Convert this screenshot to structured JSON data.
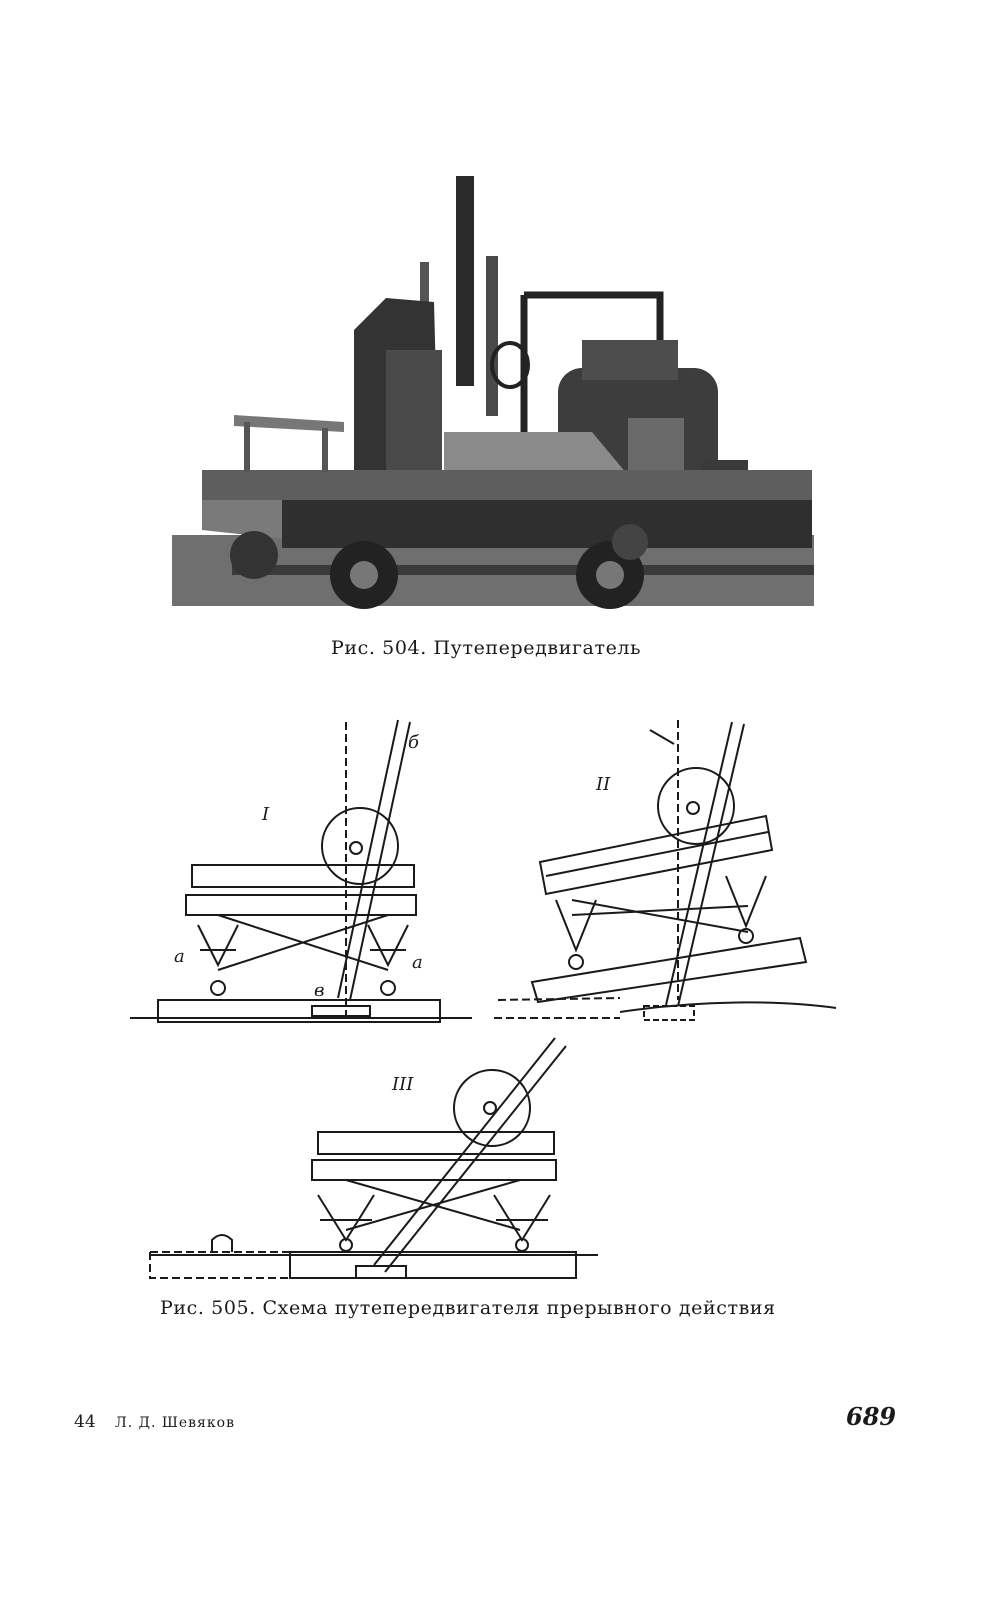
{
  "figure_504": {
    "caption": "Рис. 504. Путепередвигатель"
  },
  "figure_505": {
    "caption": "Рис. 505. Схема путепередвигателя прерывного действия",
    "diagram_labels": {
      "stage_1": "I",
      "stage_2": "II",
      "stage_3": "III",
      "label_b": "б",
      "label_a_left": "а",
      "label_a_right": "а",
      "label_v": "в"
    }
  },
  "footer": {
    "signature_number": "44",
    "signature_author": "Л. Д. Шевяков",
    "page_number": "689"
  }
}
